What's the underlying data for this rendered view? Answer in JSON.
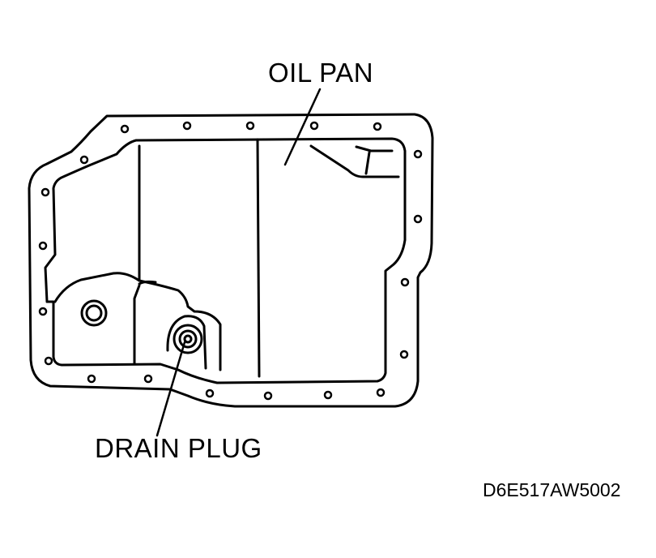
{
  "labels": {
    "oil_pan": "OIL PAN",
    "drain_plug": "DRAIN PLUG",
    "figure_code": "D6E517AW5002"
  },
  "colors": {
    "line": "#000000",
    "background": "#ffffff"
  }
}
